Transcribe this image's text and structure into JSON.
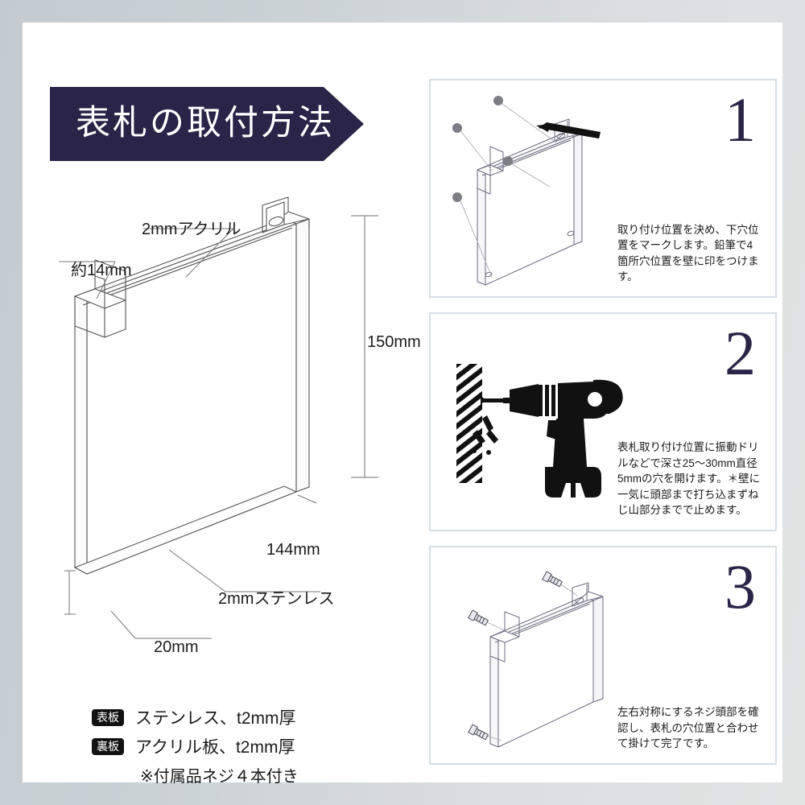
{
  "page": {
    "title": "表札の取付方法",
    "border_color": "#c3cbd1",
    "accent_color": "#2a2448"
  },
  "main_diagram": {
    "name": "nameplate-isometric-drawing",
    "labels": {
      "acrylic": "2mmアクリル",
      "depth": "約14mm",
      "height": "150mm",
      "width": "144mm",
      "stainless": "2mmステンレス",
      "thickness": "20mm"
    }
  },
  "legend": {
    "rows": [
      {
        "badge": "表板",
        "text": "ステンレス、t2mm厚"
      },
      {
        "badge": "裏板",
        "text": "アクリル板、t2mm厚"
      }
    ],
    "note": "※付属品ネジ４本付き"
  },
  "steps": [
    {
      "number": "1",
      "caption": "取り付け位置を決め、下穴位置をマークします。鉛筆で4箇所穴位置を壁に印をつけます。",
      "art": "nameplate-with-marking-points"
    },
    {
      "number": "2",
      "caption": "表札取り付け位置に振動ドリルなどで深さ25〜30mm直径5mmの穴を開けます。＊壁に一気に頭部まで打ち込まずねじ山部分までで止めます。",
      "art": "drill-into-wall"
    },
    {
      "number": "3",
      "caption": "左右対称にするネジ頭部を確認し、表札の穴位置と合わせて掛けて完了です。",
      "art": "nameplate-with-screws"
    }
  ]
}
